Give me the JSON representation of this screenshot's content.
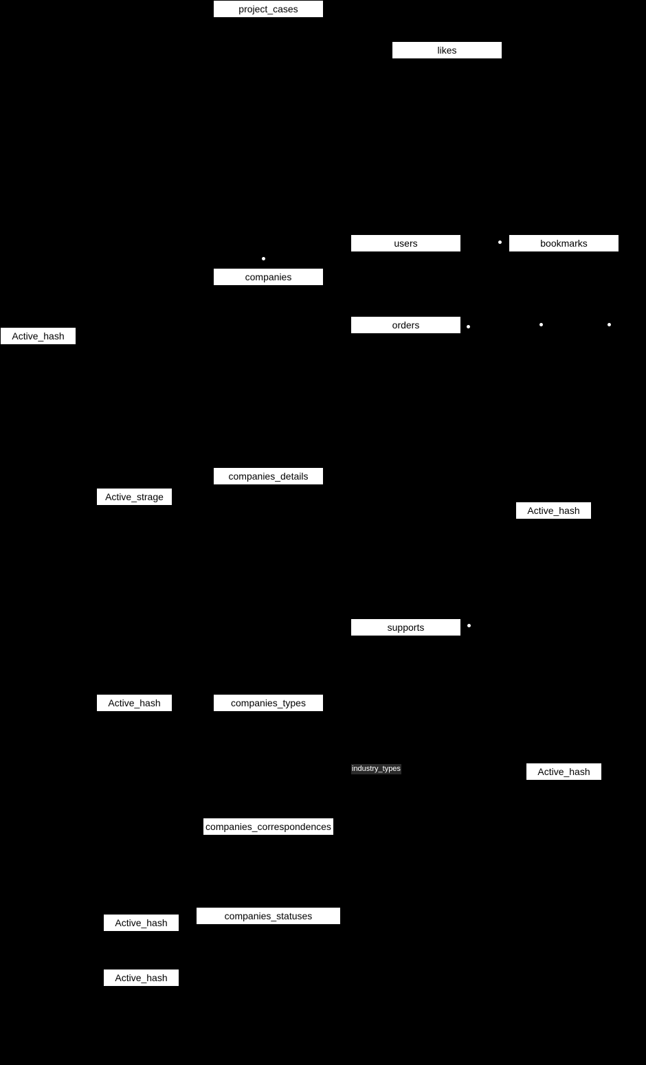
{
  "diagram": {
    "type": "er-diagram",
    "background": "#000000",
    "entities": {
      "project_cases": "project_cases",
      "likes": "likes",
      "users": "users",
      "bookmarks": "bookmarks",
      "companies": "companies",
      "orders": "orders",
      "active_hash_left": "Active_hash",
      "companies_details": "companies_details",
      "active_strage": "Active_strage",
      "active_hash_right_mid": "Active_hash",
      "supports": "supports",
      "active_hash_types": "Active_hash",
      "companies_types": "companies_types",
      "active_hash_industry": "Active_hash",
      "companies_correspondences": "companies_correspondences",
      "companies_statuses": "companies_statuses",
      "active_hash_statuses_1": "Active_hash",
      "active_hash_statuses_2": "Active_hash"
    },
    "labels": {
      "industry_types": "industry_types"
    },
    "colors": {
      "entity_fill": "#ffffff",
      "entity_text": "#000000",
      "label_fill": "#2b2b2b",
      "label_text": "#ffffff",
      "connector_dot": "#ffffff"
    }
  }
}
